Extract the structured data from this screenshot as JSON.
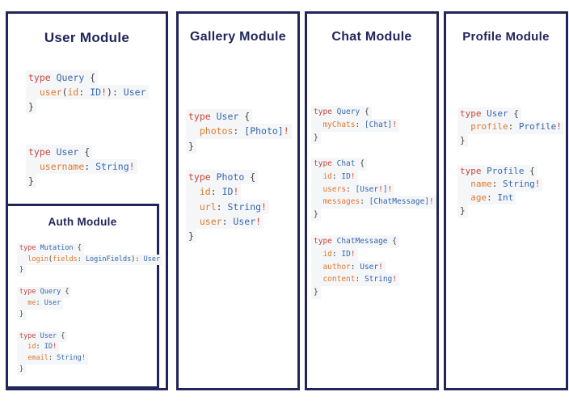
{
  "colors": {
    "navy": "#212559",
    "keyword_red": "#c5473f",
    "type_blue": "#3567ae",
    "field_orange": "#de7a2e",
    "punctuation_dark": "#424242",
    "bang_red": "#cc4038",
    "code_line_bg": "#f5f6f7",
    "page_bg": "#ffffff"
  },
  "modules": {
    "user": {
      "title": "User Module",
      "blocks": [
        [
          [
            {
              "s": "type ",
              "c": "k"
            },
            {
              "s": "Query ",
              "c": "t"
            },
            {
              "s": "{",
              "c": "p"
            }
          ],
          [
            {
              "s": "  ",
              "c": "p"
            },
            {
              "s": "user",
              "c": "f"
            },
            {
              "s": "(",
              "c": "p"
            },
            {
              "s": "id",
              "c": "f"
            },
            {
              "s": ": ",
              "c": "p"
            },
            {
              "s": "ID",
              "c": "t"
            },
            {
              "s": "!",
              "c": "b"
            },
            {
              "s": "): ",
              "c": "p"
            },
            {
              "s": "User",
              "c": "t"
            }
          ],
          [
            {
              "s": "}",
              "c": "p"
            }
          ]
        ],
        [
          [
            {
              "s": "type ",
              "c": "k"
            },
            {
              "s": "User ",
              "c": "t"
            },
            {
              "s": "{",
              "c": "p"
            }
          ],
          [
            {
              "s": "  ",
              "c": "p"
            },
            {
              "s": "username",
              "c": "f"
            },
            {
              "s": ": ",
              "c": "p"
            },
            {
              "s": "String",
              "c": "t"
            },
            {
              "s": "!",
              "c": "b"
            }
          ],
          [
            {
              "s": "}",
              "c": "p"
            }
          ]
        ]
      ]
    },
    "auth": {
      "title": "Auth Module",
      "blocks": [
        [
          [
            {
              "s": "type ",
              "c": "k"
            },
            {
              "s": "Mutation ",
              "c": "t"
            },
            {
              "s": "{",
              "c": "p"
            }
          ],
          [
            {
              "s": "  ",
              "c": "p"
            },
            {
              "s": "login",
              "c": "f"
            },
            {
              "s": "(",
              "c": "p"
            },
            {
              "s": "fields",
              "c": "f"
            },
            {
              "s": ": ",
              "c": "p"
            },
            {
              "s": "LoginFields",
              "c": "t"
            },
            {
              "s": "): ",
              "c": "p"
            },
            {
              "s": "User",
              "c": "t"
            }
          ],
          [
            {
              "s": "}",
              "c": "p"
            }
          ],
          [],
          [
            {
              "s": "type ",
              "c": "k"
            },
            {
              "s": "Query ",
              "c": "t"
            },
            {
              "s": "{",
              "c": "p"
            }
          ],
          [
            {
              "s": "  ",
              "c": "p"
            },
            {
              "s": "me",
              "c": "f"
            },
            {
              "s": ": ",
              "c": "p"
            },
            {
              "s": "User",
              "c": "t"
            }
          ],
          [
            {
              "s": "}",
              "c": "p"
            }
          ],
          [],
          [
            {
              "s": "type ",
              "c": "k"
            },
            {
              "s": "User ",
              "c": "t"
            },
            {
              "s": "{",
              "c": "p"
            }
          ],
          [
            {
              "s": "  ",
              "c": "p"
            },
            {
              "s": "id",
              "c": "f"
            },
            {
              "s": ": ",
              "c": "p"
            },
            {
              "s": "ID",
              "c": "t"
            },
            {
              "s": "!",
              "c": "b"
            }
          ],
          [
            {
              "s": "  ",
              "c": "p"
            },
            {
              "s": "email",
              "c": "f"
            },
            {
              "s": ": ",
              "c": "p"
            },
            {
              "s": "String",
              "c": "t"
            },
            {
              "s": "!",
              "c": "b"
            }
          ],
          [
            {
              "s": "}",
              "c": "p"
            }
          ]
        ]
      ]
    },
    "gallery": {
      "title": "Gallery Module",
      "blocks": [
        [
          [
            {
              "s": "type ",
              "c": "k"
            },
            {
              "s": "User ",
              "c": "t"
            },
            {
              "s": "{",
              "c": "p"
            }
          ],
          [
            {
              "s": "  ",
              "c": "p"
            },
            {
              "s": "photos",
              "c": "f"
            },
            {
              "s": ": ",
              "c": "p"
            },
            {
              "s": "[Photo]",
              "c": "t"
            },
            {
              "s": "!",
              "c": "b"
            }
          ],
          [
            {
              "s": "}",
              "c": "p"
            }
          ]
        ],
        [
          [
            {
              "s": "type ",
              "c": "k"
            },
            {
              "s": "Photo ",
              "c": "t"
            },
            {
              "s": "{",
              "c": "p"
            }
          ],
          [
            {
              "s": "  ",
              "c": "p"
            },
            {
              "s": "id",
              "c": "f"
            },
            {
              "s": ": ",
              "c": "p"
            },
            {
              "s": "ID",
              "c": "t"
            },
            {
              "s": "!",
              "c": "b"
            }
          ],
          [
            {
              "s": "  ",
              "c": "p"
            },
            {
              "s": "url",
              "c": "f"
            },
            {
              "s": ": ",
              "c": "p"
            },
            {
              "s": "String",
              "c": "t"
            },
            {
              "s": "!",
              "c": "b"
            }
          ],
          [
            {
              "s": "  ",
              "c": "p"
            },
            {
              "s": "user",
              "c": "f"
            },
            {
              "s": ": ",
              "c": "p"
            },
            {
              "s": "User",
              "c": "t"
            },
            {
              "s": "!",
              "c": "b"
            }
          ],
          [
            {
              "s": "}",
              "c": "p"
            }
          ]
        ]
      ]
    },
    "chat": {
      "title": "Chat Module",
      "blocks": [
        [
          [
            {
              "s": "type ",
              "c": "k"
            },
            {
              "s": "Query ",
              "c": "t"
            },
            {
              "s": "{",
              "c": "p"
            }
          ],
          [
            {
              "s": "  ",
              "c": "p"
            },
            {
              "s": "myChats",
              "c": "f"
            },
            {
              "s": ": ",
              "c": "p"
            },
            {
              "s": "[Chat]",
              "c": "t"
            },
            {
              "s": "!",
              "c": "b"
            }
          ],
          [
            {
              "s": "}",
              "c": "p"
            }
          ]
        ],
        [
          [
            {
              "s": "type ",
              "c": "k"
            },
            {
              "s": "Chat ",
              "c": "t"
            },
            {
              "s": "{",
              "c": "p"
            }
          ],
          [
            {
              "s": "  ",
              "c": "p"
            },
            {
              "s": "id",
              "c": "f"
            },
            {
              "s": ": ",
              "c": "p"
            },
            {
              "s": "ID",
              "c": "t"
            },
            {
              "s": "!",
              "c": "b"
            }
          ],
          [
            {
              "s": "  ",
              "c": "p"
            },
            {
              "s": "users",
              "c": "f"
            },
            {
              "s": ": ",
              "c": "p"
            },
            {
              "s": "[User",
              "c": "t"
            },
            {
              "s": "!",
              "c": "b"
            },
            {
              "s": "]",
              "c": "t"
            },
            {
              "s": "!",
              "c": "b"
            }
          ],
          [
            {
              "s": "  ",
              "c": "p"
            },
            {
              "s": "messages",
              "c": "f"
            },
            {
              "s": ": ",
              "c": "p"
            },
            {
              "s": "[ChatMessage]",
              "c": "t"
            },
            {
              "s": "!",
              "c": "b"
            }
          ],
          [
            {
              "s": "}",
              "c": "p"
            }
          ]
        ],
        [
          [
            {
              "s": "type ",
              "c": "k"
            },
            {
              "s": "ChatMessage ",
              "c": "t"
            },
            {
              "s": "{",
              "c": "p"
            }
          ],
          [
            {
              "s": "  ",
              "c": "p"
            },
            {
              "s": "id",
              "c": "f"
            },
            {
              "s": ": ",
              "c": "p"
            },
            {
              "s": "ID",
              "c": "t"
            },
            {
              "s": "!",
              "c": "b"
            }
          ],
          [
            {
              "s": "  ",
              "c": "p"
            },
            {
              "s": "author",
              "c": "f"
            },
            {
              "s": ": ",
              "c": "p"
            },
            {
              "s": "User",
              "c": "t"
            },
            {
              "s": "!",
              "c": "b"
            }
          ],
          [
            {
              "s": "  ",
              "c": "p"
            },
            {
              "s": "content",
              "c": "f"
            },
            {
              "s": ": ",
              "c": "p"
            },
            {
              "s": "String",
              "c": "t"
            },
            {
              "s": "!",
              "c": "b"
            }
          ],
          [
            {
              "s": "}",
              "c": "p"
            }
          ]
        ]
      ]
    },
    "profile": {
      "title": "Profile Module",
      "blocks": [
        [
          [
            {
              "s": "type ",
              "c": "k"
            },
            {
              "s": "User ",
              "c": "t"
            },
            {
              "s": "{",
              "c": "p"
            }
          ],
          [
            {
              "s": "  ",
              "c": "p"
            },
            {
              "s": "profile",
              "c": "f"
            },
            {
              "s": ": ",
              "c": "p"
            },
            {
              "s": "Profile",
              "c": "t"
            },
            {
              "s": "!",
              "c": "b"
            }
          ],
          [
            {
              "s": "}",
              "c": "p"
            }
          ]
        ],
        [
          [
            {
              "s": "type ",
              "c": "k"
            },
            {
              "s": "Profile ",
              "c": "t"
            },
            {
              "s": "{",
              "c": "p"
            }
          ],
          [
            {
              "s": "  ",
              "c": "p"
            },
            {
              "s": "name",
              "c": "f"
            },
            {
              "s": ": ",
              "c": "p"
            },
            {
              "s": "String",
              "c": "t"
            },
            {
              "s": "!",
              "c": "b"
            }
          ],
          [
            {
              "s": "  ",
              "c": "p"
            },
            {
              "s": "age",
              "c": "f"
            },
            {
              "s": ": ",
              "c": "p"
            },
            {
              "s": "Int",
              "c": "t"
            }
          ],
          [
            {
              "s": "}",
              "c": "p"
            }
          ]
        ]
      ]
    }
  }
}
